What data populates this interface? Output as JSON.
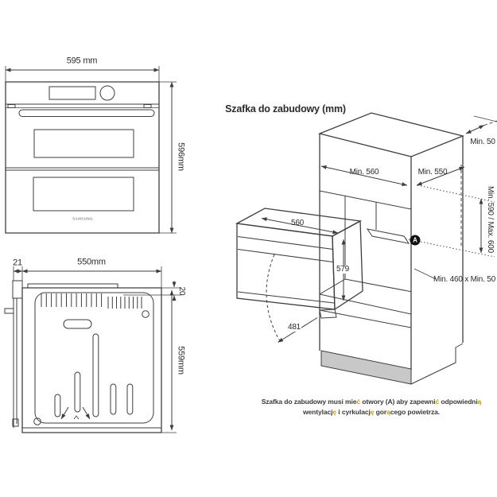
{
  "front_view": {
    "width_label": "595 mm",
    "height_label": "596mm",
    "brand": "SAMSUNG"
  },
  "side_view": {
    "front_depth_label": "21",
    "depth_label": "550mm",
    "top_offset_label": "20",
    "height_label": "559mm"
  },
  "cabinet_view": {
    "title": "Szafka do zabudowy (mm)",
    "labels": {
      "top_gap": "Min. 50",
      "niche_width": "Min. 560",
      "niche_depth": "Min. 550",
      "niche_height": "Min. 590 / Max. 600",
      "oven_width": "560",
      "oven_height": "579",
      "door_clearance": "481",
      "vent_opening": "Min. 460 x Min. 50",
      "vent_marker": "A"
    }
  },
  "caption": {
    "line1_segments": [
      {
        "t": "Szafka do zabudowy musi mie"
      },
      {
        "t": "ć",
        "hl": true
      },
      {
        "t": " otwory (A) aby zapewni"
      },
      {
        "t": "ć",
        "hl": true
      },
      {
        "t": " odpowiedni"
      },
      {
        "t": "ą",
        "hl": true
      }
    ],
    "line2_segments": [
      {
        "t": "wentylacj"
      },
      {
        "t": "ę",
        "hl": true
      },
      {
        "t": " i cyrkulacj"
      },
      {
        "t": "ę",
        "hl": true
      },
      {
        "t": " gor"
      },
      {
        "t": "ą",
        "hl": true
      },
      {
        "t": "cego powietrza."
      }
    ]
  },
  "colors": {
    "line": "#3e3e3e",
    "text": "#2b2b2b",
    "highlight": "#c19e00",
    "plinth": "#c8c8c8",
    "badge_bg": "#111111",
    "badge_fg": "#ffffff",
    "brand_gray": "#8f8f8f"
  }
}
